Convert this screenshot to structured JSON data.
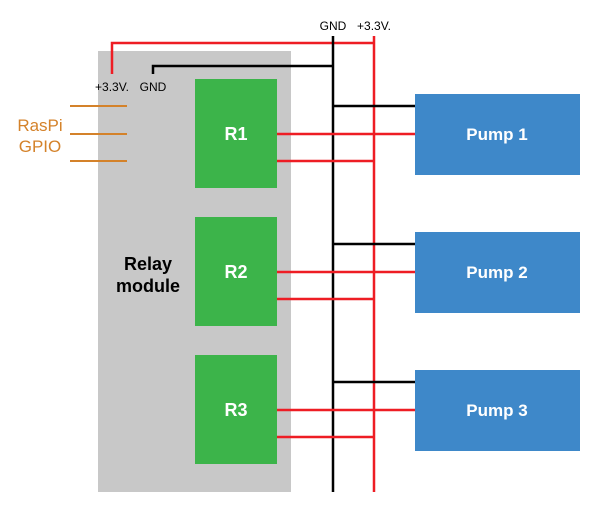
{
  "rails": {
    "gnd_label": "GND",
    "v33_label": "+3.3V."
  },
  "relay_module": {
    "module_vcc_label": "+3.3V.",
    "module_gnd_label": "GND",
    "title_line1": "Relay",
    "title_line2": "module"
  },
  "gpio": {
    "line1": "RasPi",
    "line2": "GPIO"
  },
  "relays": [
    {
      "label": "R1"
    },
    {
      "label": "R2"
    },
    {
      "label": "R3"
    }
  ],
  "pumps": [
    {
      "label": "Pump 1"
    },
    {
      "label": "Pump 2"
    },
    {
      "label": "Pump 3"
    }
  ],
  "colors": {
    "module_gray": "#c8c8c8",
    "relay_green": "#3cb44a",
    "pump_blue": "#3e88c9",
    "wire_red": "#ee1d24",
    "wire_black": "#000000",
    "gpio_orange": "#d4822a"
  }
}
